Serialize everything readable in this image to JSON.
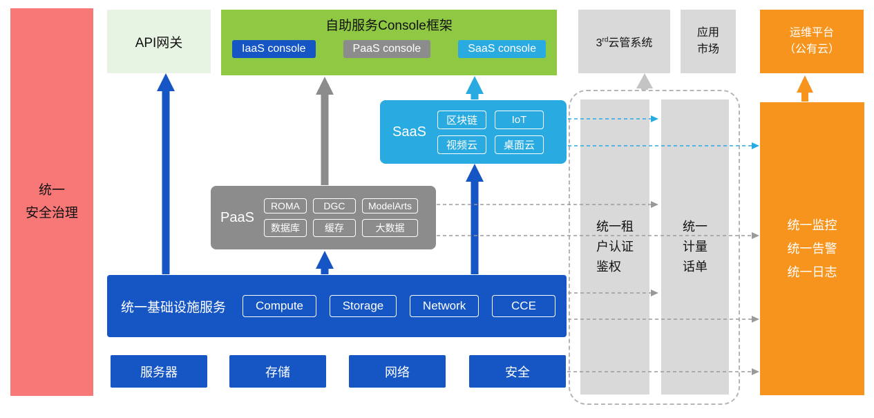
{
  "palette": {
    "red": "#f87878",
    "pale_green": "#e7f3e3",
    "green": "#8fc842",
    "blue": "#1656c4",
    "gray": "#8c8c8c",
    "light_gray": "#d9d9d9",
    "cyan": "#29abe2",
    "orange": "#f7941e"
  },
  "security_bar": {
    "label": "统一\n安全治理"
  },
  "api_gateway": {
    "label": "API网关"
  },
  "console_frame": {
    "title": "自助服务Console框架",
    "buttons": [
      {
        "label": "IaaS console"
      },
      {
        "label": "PaaS console"
      },
      {
        "label": "SaaS console"
      }
    ]
  },
  "third_party_cloud": {
    "prefix": "3",
    "sup": "rd",
    "suffix": "云管系统"
  },
  "app_market": {
    "label": "应用\n市场"
  },
  "ops_platform": {
    "label": "运维平台\n（公有云）"
  },
  "saas": {
    "label": "SaaS",
    "chips": [
      "区块链",
      "IoT",
      "视频云",
      "桌面云"
    ]
  },
  "paas": {
    "label": "PaaS",
    "chips": [
      "ROMA",
      "DGC",
      "ModelArts",
      "数据库",
      "缓存",
      "大数据"
    ]
  },
  "iaas": {
    "label": "统一基础设施服务",
    "chips": [
      "Compute",
      "Storage",
      "Network",
      "CCE"
    ]
  },
  "hardware": {
    "items": [
      "服务器",
      "存储",
      "网络",
      "安全"
    ]
  },
  "auth_bar": {
    "label": "统一租\n户认证\n鉴权"
  },
  "metering_bar": {
    "label": "统一\n计量\n话单"
  },
  "monitoring": {
    "label": "统一监控\n统一告警\n统一日志"
  }
}
